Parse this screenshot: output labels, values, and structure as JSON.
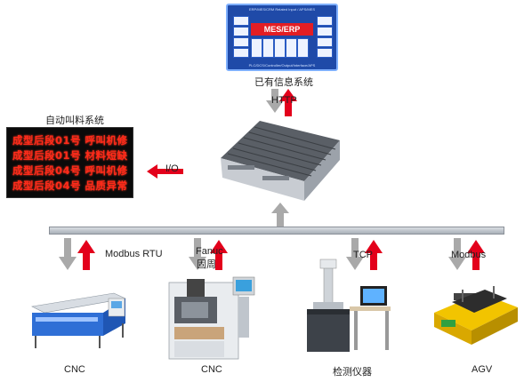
{
  "labels": {
    "existing_system": "已有信息系统",
    "http": "HTTP",
    "auto_call": "自动叫料系统",
    "io": "I/O",
    "modbus_rtu": "Modbus RTU",
    "fanuc": "Fanuc",
    "fanuc_cn": "固周",
    "tcp": "TCP",
    "modbus": "Modbus",
    "cnc1": "CNC",
    "cnc2": "CNC",
    "inspection": "检测仪器",
    "agv": "AGV"
  },
  "mes": {
    "title": "MES/ERP",
    "top_caption": "ERP/MES/CRM Related Input / APS/MES",
    "bottom_caption": "PLC/DCS/Controller/Output/Interface/APS"
  },
  "led": {
    "rows": [
      "成型后段01号 呼叫机修",
      "成型后段01号 材料短缺",
      "成型后段04号 呼叫机修",
      "成型后段04号 品质异常"
    ]
  },
  "colors": {
    "arrow_gray": "#a9a9a9",
    "arrow_red": "#e3001b",
    "led_text": "#ff2a1a",
    "mes_blue": "#1f4aa8"
  }
}
